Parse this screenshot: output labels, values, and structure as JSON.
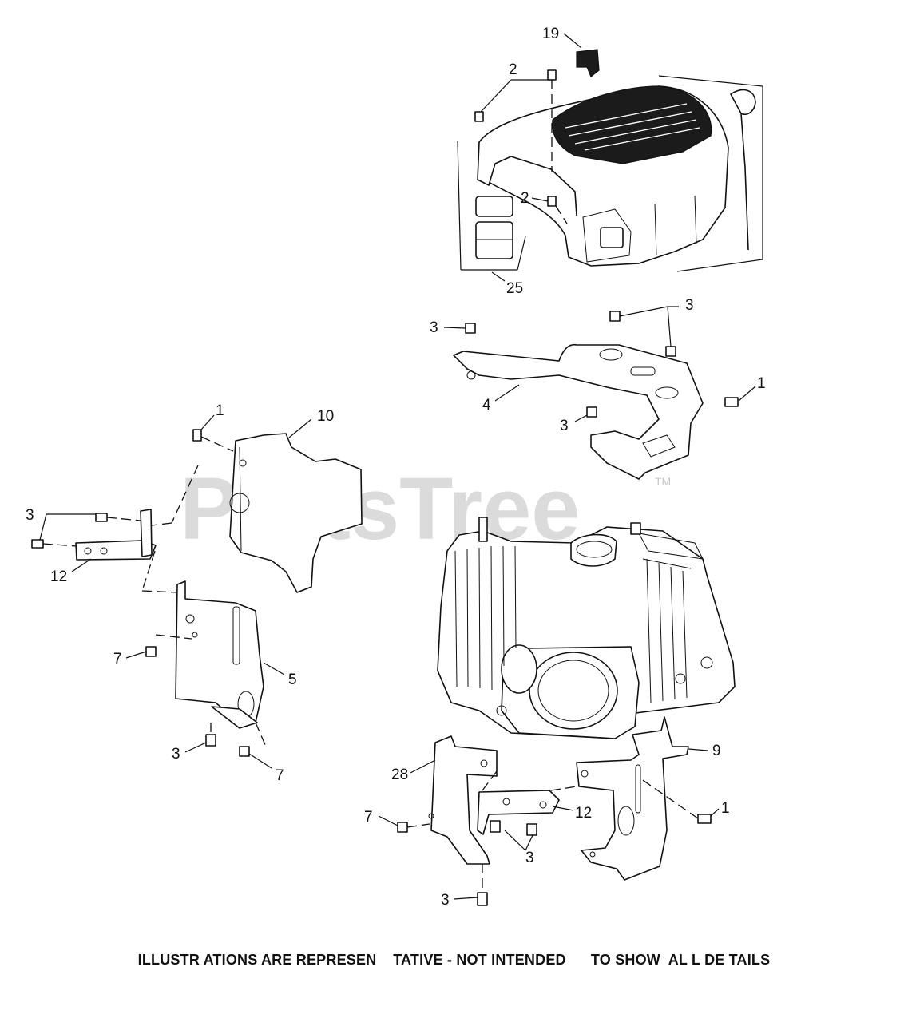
{
  "watermark": {
    "text": "PartsTree",
    "trademark": "TM"
  },
  "callouts": {
    "c19": "19",
    "c2a": "2",
    "c2b": "2",
    "c25": "25",
    "c3a": "3",
    "c3b": "3",
    "c1a": "1",
    "c4": "4",
    "c3c": "3",
    "c1b": "1",
    "c10": "10",
    "c3d": "3",
    "c12a": "12",
    "c7a": "7",
    "c5": "5",
    "c3e": "3",
    "c7b": "7",
    "c9": "9",
    "c28": "28",
    "c1c": "1",
    "c12b": "12",
    "c7c": "7",
    "c3f": "3",
    "c3g": "3"
  },
  "footer": "ILLUSTR ATIONS ARE REPRESEN    TATIVE - NOT INTENDED      TO SHOW  AL L DE TAILS"
}
